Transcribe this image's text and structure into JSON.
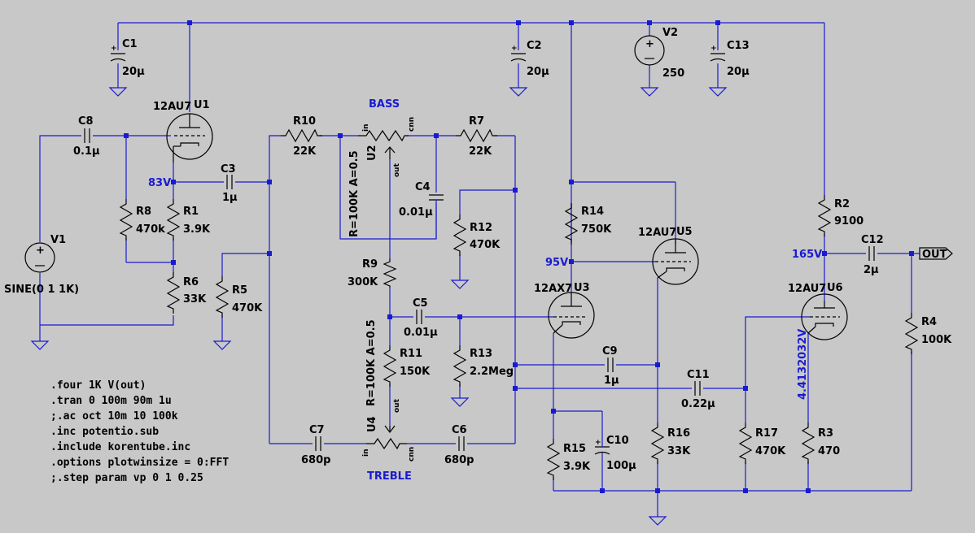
{
  "labels": {
    "C1": "C1",
    "C1v": "20µ",
    "C2": "C2",
    "C2v": "20µ",
    "C13": "C13",
    "C13v": "20µ",
    "V2": "V2",
    "V2v": "250",
    "C8": "C8",
    "C8v": "0.1µ",
    "U1": "U1",
    "U1t": "12AU7",
    "C3": "C3",
    "C3v": "1µ",
    "R10": "R10",
    "R10v": "22K",
    "R7": "R7",
    "R7v": "22K",
    "BASS": "BASS",
    "U2": "U2",
    "U2p": "R=100K A=0.5",
    "C4": "C4",
    "C4v": "0.01µ",
    "R12": "R12",
    "R12v": "470K",
    "R14": "R14",
    "R14v": "750K",
    "U5": "U5",
    "U5t": "12AU7",
    "R2": "R2",
    "R2v": "9100",
    "C12": "C12",
    "C12v": "2µ",
    "OUT": "OUT",
    "V1": "V1",
    "V1v": "SINE(0 1 1K)",
    "R8": "R8",
    "R8v": "470k",
    "R1": "R1",
    "R1v": "3.9K",
    "R6": "R6",
    "R6v": "33K",
    "R5": "R5",
    "R5v": "470K",
    "R9": "R9",
    "R9v": "300K",
    "C5": "C5",
    "C5v": "0.01µ",
    "R11": "R11",
    "R11v": "150K",
    "R13": "R13",
    "R13v": "2.2Meg",
    "U4": "U4",
    "U4p": "R=100K A=0.5",
    "U3": "U3",
    "U3t": "12AX7",
    "U6": "U6",
    "U6t": "12AU7",
    "R4": "R4",
    "R4v": "100K",
    "C9": "C9",
    "C9v": "1µ",
    "C11": "C11",
    "C11v": "0.22µ",
    "C7": "C7",
    "C7v": "680p",
    "C6": "C6",
    "C6v": "680p",
    "TREBLE": "TREBLE",
    "R15": "R15",
    "R15v": "3.9K",
    "C10": "C10",
    "C10v": "100µ",
    "R16": "R16",
    "R16v": "33K",
    "R17": "R17",
    "R17v": "470K",
    "R3": "R3",
    "R3v": "470"
  },
  "nets": {
    "n83": "83V",
    "n95": "95V",
    "n165": "165V",
    "n44": "4.4132032V"
  },
  "pins": {
    "in": "in",
    "out": "out",
    "cnn": "cnn"
  },
  "directives": [
    ".four 1K V(out)",
    ".tran 0 100m 90m 1u",
    ";.ac oct 10m 10 100k",
    ".inc potentio.sub",
    ".include korentube.inc",
    ".options plotwinsize = 0:FFT",
    ";.step param vp 0 1 0.25"
  ]
}
